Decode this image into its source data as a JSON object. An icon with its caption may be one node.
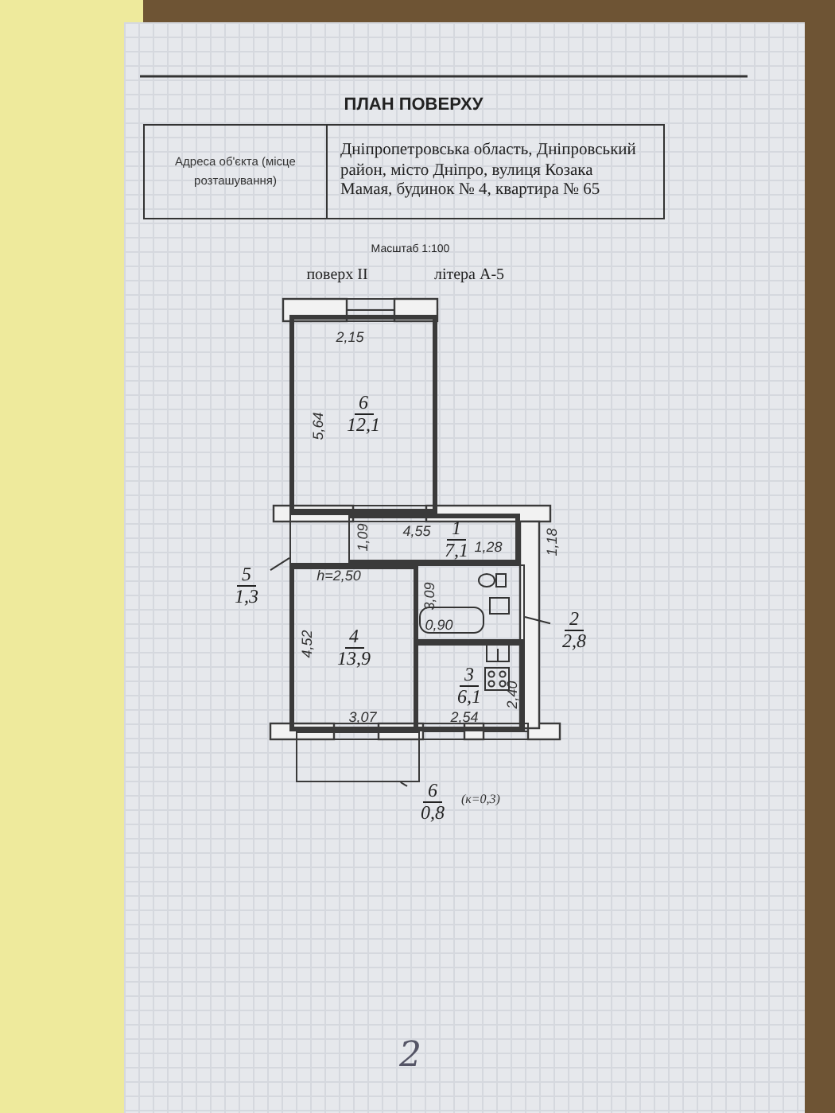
{
  "diagram": {
    "title": "ПЛАН ПОВЕРХУ",
    "nodes": [
      {
        "text": [
          "6",
          "12,1"
        ]
      },
      {
        "text": [
          "1",
          "7,1"
        ]
      },
      {
        "text": [
          "4",
          "13,9"
        ]
      },
      {
        "text": [
          "3",
          "6,1"
        ]
      },
      {
        "text": [],
        "shape": "box"
      },
      {
        "text": [
          "5",
          "1,3"
        ]
      },
      {
        "text": [],
        "shape": "box"
      },
      {
        "text": [
          "2",
          "2,8"
        ]
      },
      {
        "text": [],
        "shape": "box"
      },
      {
        "text": [
          "6",
          "0,8"
        ],
        "beside": [
          "(к=0,3)"
        ]
      }
    ],
    "edges": [
      {
        "from": 5,
        "to": 4,
        "arrow": "none"
      },
      {
        "from": 7,
        "to": 6,
        "arrow": "none"
      },
      {
        "from": 9,
        "to": 8,
        "arrow": "none"
      }
    ],
    "labels": [
      "Адреса об'єкта (місце розташування)",
      "Дніпропетровська область, Дніпровський район, місто Дніпро, вулиця Козака Мамая, будинок № 4, квартира № 65",
      "Масштаб 1:100",
      "поверх II",
      "літера А-5",
      "2,15",
      "5,64",
      "1,09",
      "4,55",
      "1,18",
      "1,28",
      "h=2,50",
      "3,09",
      "0,90",
      "4,52",
      "2,40",
      "3,07",
      "2,54",
      "2"
    ]
  }
}
